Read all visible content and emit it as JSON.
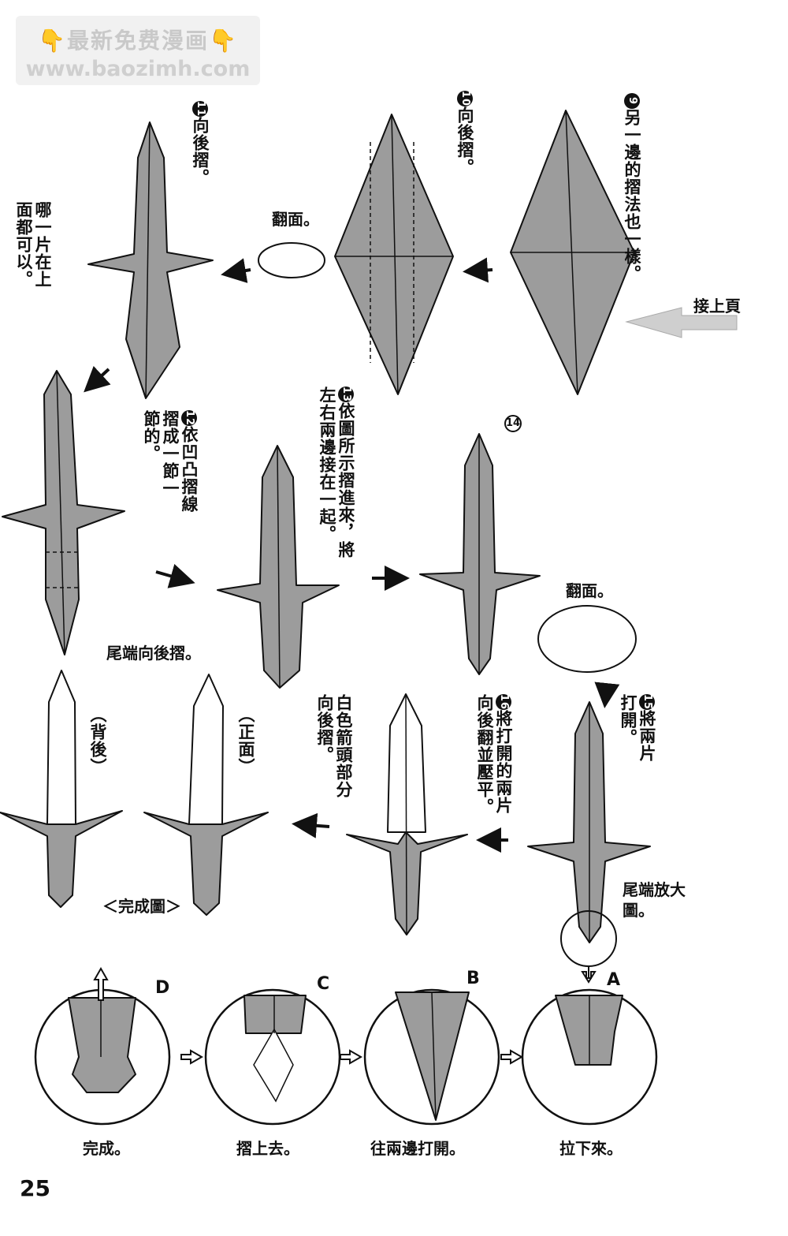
{
  "watermark": {
    "title": "👇最新免费漫画👇",
    "url": "www.baozimh.com"
  },
  "steps": {
    "s9": {
      "num": "9",
      "text": "另一邊的摺法也一樣。"
    },
    "s10": {
      "num": "10",
      "text": "向後摺。"
    },
    "s11": {
      "num": "11",
      "text": "向後摺。"
    },
    "s12": {
      "num": "12",
      "text": "依凹凸摺線摺成一節一節的。"
    },
    "s13": {
      "num": "13",
      "text": "依圖所示摺進來，將左右兩邊接在一起。"
    },
    "s14": {
      "num": "14"
    },
    "s15": {
      "num": "15",
      "text": "將兩片打開。"
    },
    "s16": {
      "num": "16",
      "text": "將打開的兩片向後翻並壓平。"
    }
  },
  "labels": {
    "continue": "接上頁",
    "flip1": "翻面。",
    "flip2": "翻面。",
    "either": "哪一片在上面都可以。",
    "tail_back": "尾端向後摺。",
    "white_arrow": "白色箭頭部分向後摺。",
    "back": "（背後）",
    "front": "（正面）",
    "done_title": "＜完成圖＞",
    "tail_zoom": "尾端放大圖。"
  },
  "detail": [
    {
      "letter": "A",
      "caption": "拉下來。"
    },
    {
      "letter": "B",
      "caption": "往兩邊打開。"
    },
    {
      "letter": "C",
      "caption": "摺上去。"
    },
    {
      "letter": "D",
      "caption": "完成。"
    }
  ],
  "page_number": "25"
}
